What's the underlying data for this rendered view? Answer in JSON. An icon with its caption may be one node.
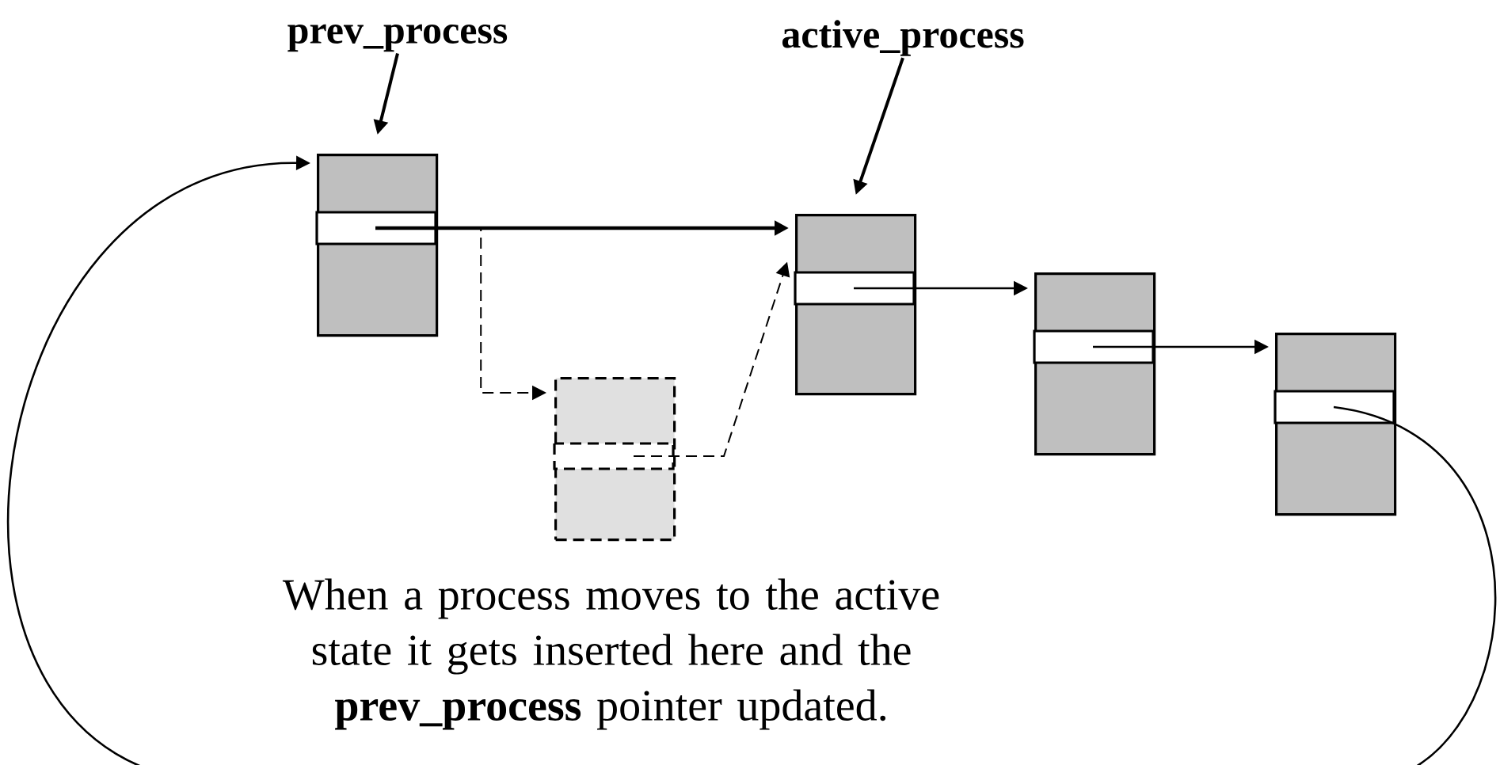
{
  "diagram": {
    "nodes": [
      {
        "text": [
          "prev_process"
        ]
      },
      {
        "text": [
          "active_process"
        ]
      },
      {
        "text": [],
        "shape": "box"
      },
      {
        "text": [],
        "shape": "box"
      },
      {
        "text": [],
        "shape": "box"
      },
      {
        "text": [],
        "shape": "box"
      },
      {
        "text": [],
        "shape": "box"
      }
    ],
    "edges": [
      {
        "from": 0,
        "to": 2,
        "arrow": "to"
      },
      {
        "from": 1,
        "to": 3,
        "arrow": "to"
      },
      {
        "from": 2,
        "to": 3,
        "arrow": "to"
      },
      {
        "from": 3,
        "to": 4,
        "arrow": "to"
      },
      {
        "from": 4,
        "to": 5,
        "arrow": "to"
      },
      {
        "from": 5,
        "to": 2,
        "arrow": "to"
      },
      {
        "from": 2,
        "to": 6,
        "arrow": "to",
        "style": "dashed"
      },
      {
        "from": 6,
        "to": 3,
        "arrow": "to",
        "style": "dashed"
      }
    ],
    "labels": [
      "When a process moves to the active state it gets inserted here and the **prev_process** pointer updated."
    ]
  }
}
